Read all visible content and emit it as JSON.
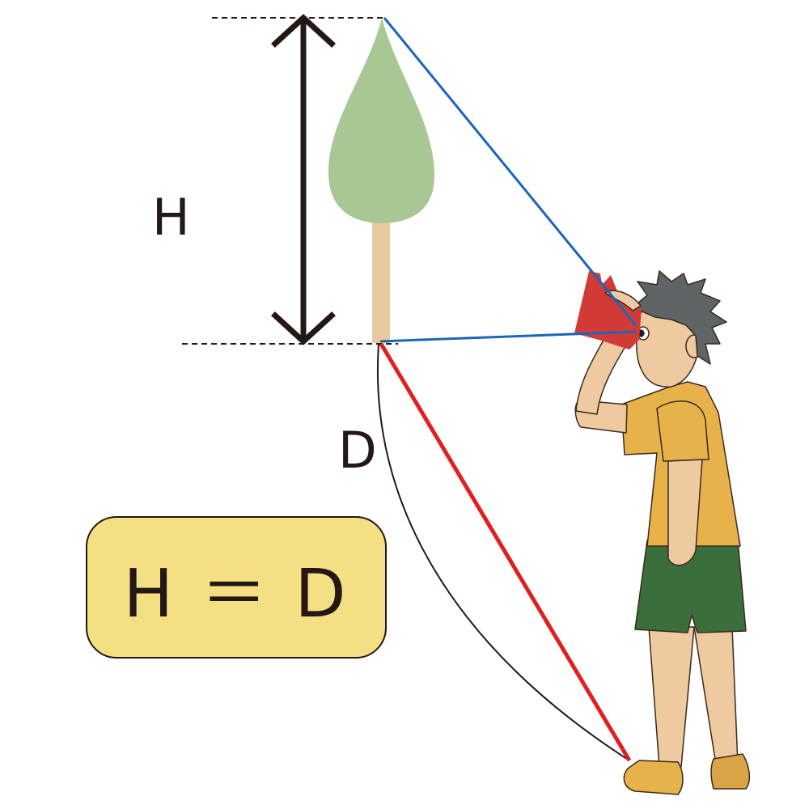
{
  "labels": {
    "height": "H",
    "distance": "D",
    "equation": "H ＝ D"
  },
  "colors": {
    "tree_leaves": "#a8c795",
    "tree_trunk": "#e8c99e",
    "sight_line": "#1a66b8",
    "distance_line": "#e0201f",
    "equation_box": "#f4df82",
    "shirt": "#e8b24a",
    "shorts": "#3a6e3a",
    "skin": "#efc9a0",
    "hair": "#5f6466",
    "device": "#d23a36"
  }
}
